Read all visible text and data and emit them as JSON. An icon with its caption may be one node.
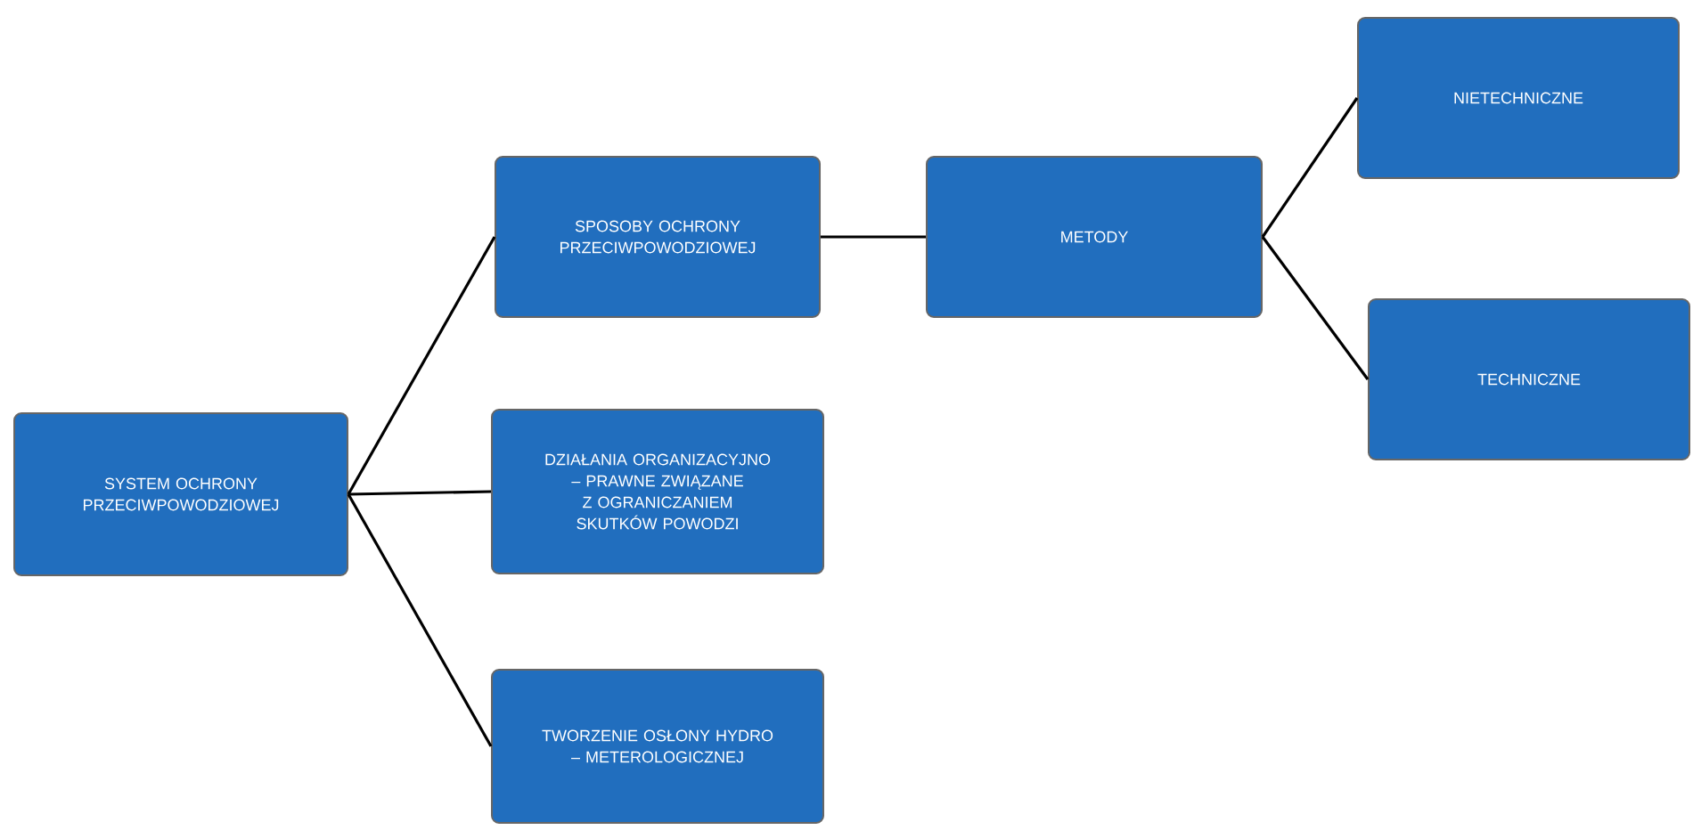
{
  "diagram": {
    "nodes": [
      {
        "text": [
          "SYSTEM OCHRONY PRZECIWPOWODZIOWEJ"
        ]
      },
      {
        "text": [
          "SPOSOBY OCHRONY PRZECIWPOWODZIOWEJ"
        ]
      },
      {
        "text": [
          "DZIAŁANIA ORGANIZACYJNO – PRAWNE ZWIĄZANE Z OGRANICZANIEM SKUTKÓW POWODZI"
        ]
      },
      {
        "text": [
          "TWORZENIE OSŁONY HYDRO – METEROLOGICZNEJ"
        ]
      },
      {
        "text": [
          "METODY"
        ]
      },
      {
        "text": [
          "NIETECHNICZNE"
        ]
      },
      {
        "text": [
          "TECHNICZNE"
        ]
      }
    ],
    "edges": [
      {
        "from": 0,
        "to": 1,
        "arrow": "none"
      },
      {
        "from": 0,
        "to": 2,
        "arrow": "none"
      },
      {
        "from": 0,
        "to": 3,
        "arrow": "none"
      },
      {
        "from": 1,
        "to": 4,
        "arrow": "none"
      },
      {
        "from": 4,
        "to": 5,
        "arrow": "none"
      },
      {
        "from": 4,
        "to": 6,
        "arrow": "none"
      }
    ]
  }
}
